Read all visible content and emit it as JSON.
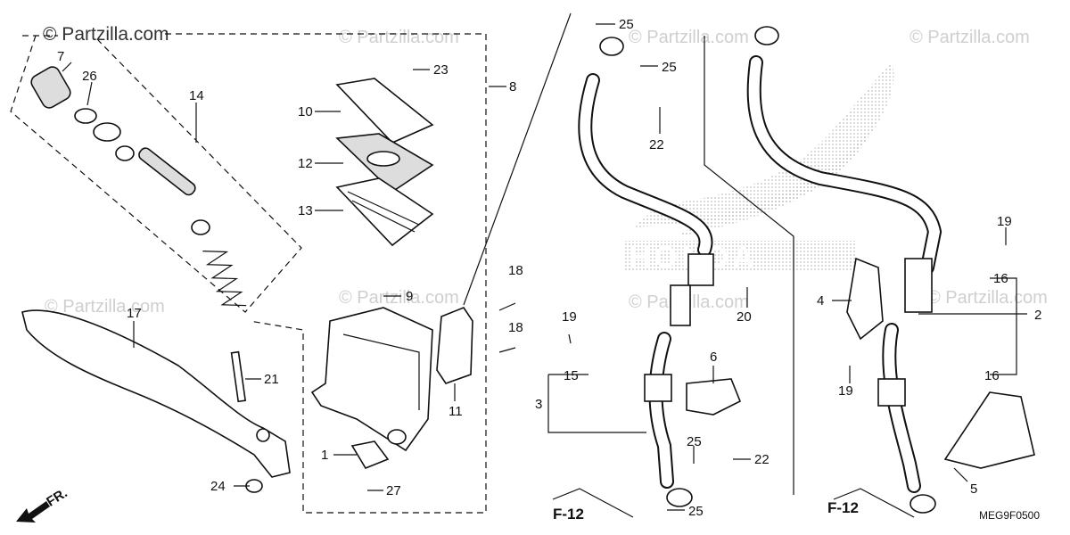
{
  "watermark": "© Partzilla.com",
  "diagram_code": "MEG9F0500",
  "direction_label": "FR.",
  "ref_labels": [
    "F-12",
    "F-12"
  ],
  "callouts": [
    "7",
    "26",
    "14",
    "10",
    "12",
    "13",
    "23",
    "8",
    "9",
    "25",
    "25",
    "22",
    "17",
    "21",
    "24",
    "1",
    "27",
    "11",
    "18",
    "18",
    "19",
    "15",
    "3",
    "6",
    "25",
    "22",
    "25",
    "20",
    "4",
    "19",
    "16",
    "2",
    "19",
    "16",
    "5"
  ]
}
